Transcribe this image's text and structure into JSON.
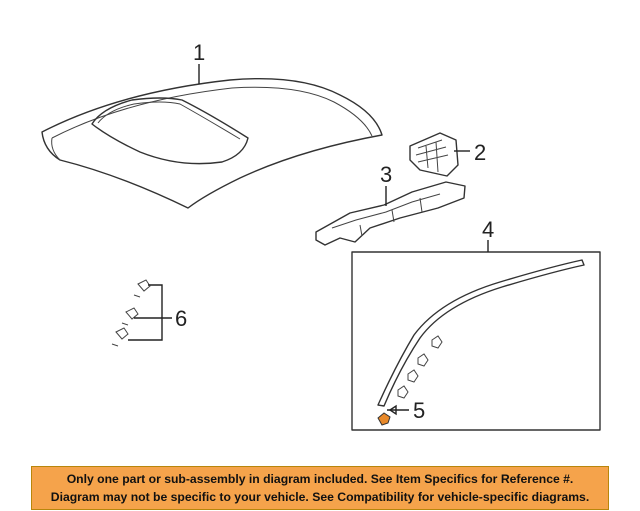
{
  "callouts": {
    "part1": "1",
    "part2": "2",
    "part3": "3",
    "part4": "4",
    "part5": "5",
    "part6": "6"
  },
  "colors": {
    "banner_bg": "#f5a34b",
    "highlight_part": "#e8892a",
    "line": "#333333"
  },
  "banner": {
    "line1": "Only one part or sub-assembly in diagram included. See Item Specifics for Reference #.",
    "line2": "Diagram may not be specific to your vehicle. See Compatibility for vehicle-specific diagrams."
  }
}
